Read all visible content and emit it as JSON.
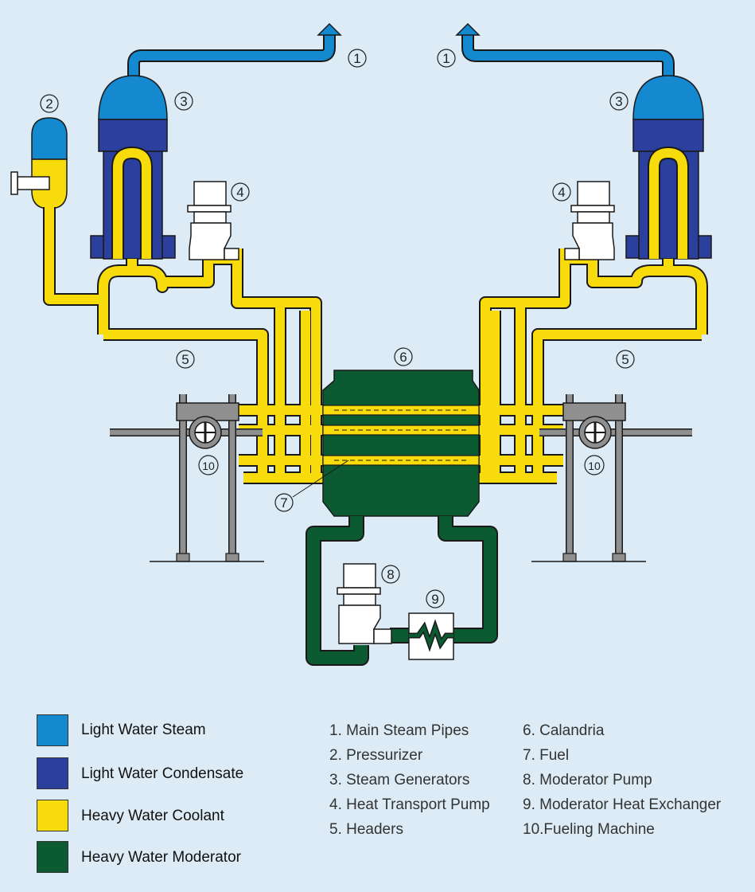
{
  "colors": {
    "steam": "#1489cf",
    "condensate": "#2b3f9c",
    "coolant": "#f7db0a",
    "moderator": "#0c5a31",
    "machine": "#8f8f8f",
    "background": "#dcebf5"
  },
  "callouts": {
    "n1": "1",
    "n2": "2",
    "n3": "3",
    "n4": "4",
    "n5": "5",
    "n6": "6",
    "n7": "7",
    "n8": "8",
    "n9": "9",
    "n10": "10"
  },
  "legend": [
    {
      "label": "Light Water Steam",
      "color": "#1489cf"
    },
    {
      "label": "Light Water Condensate",
      "color": "#2b3f9c"
    },
    {
      "label": "Heavy Water Coolant",
      "color": "#f7db0a"
    },
    {
      "label": "Heavy Water Moderator",
      "color": "#0c5a31"
    }
  ],
  "key_left": [
    "1. Main Steam Pipes",
    "2. Pressurizer",
    "3. Steam Generators",
    "4. Heat Transport Pump",
    "5. Headers"
  ],
  "key_right": [
    "6. Calandria",
    "7. Fuel",
    "8. Moderator Pump",
    "9. Moderator Heat Exchanger",
    "10.Fueling Machine"
  ]
}
